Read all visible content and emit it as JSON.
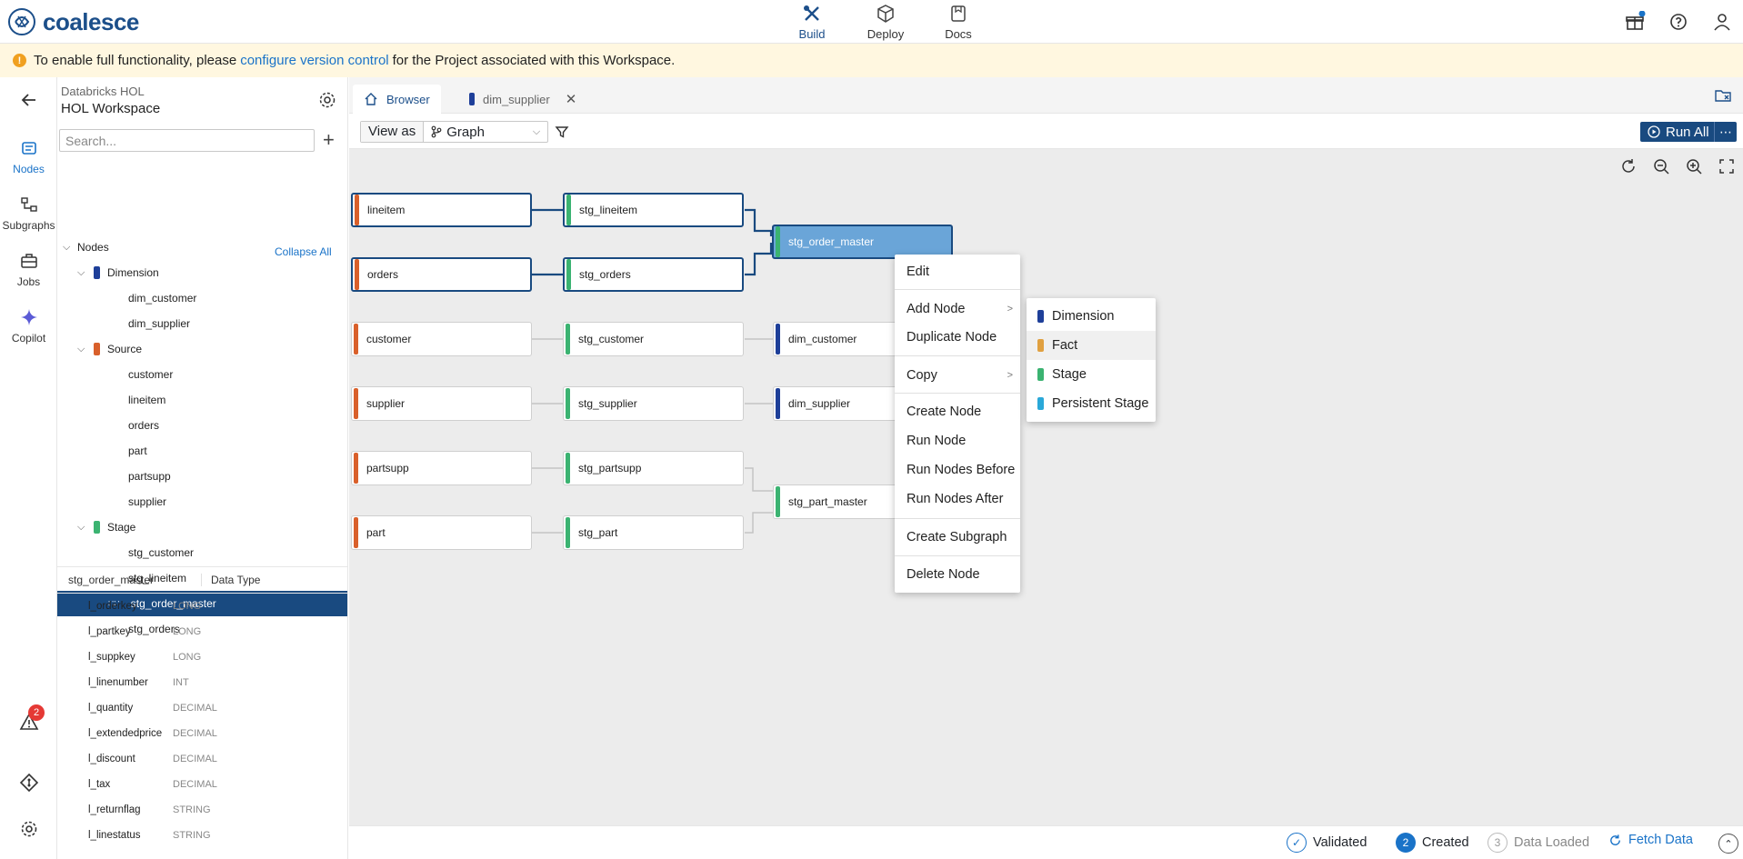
{
  "app": {
    "logo_text": "coalesce",
    "brand_color": "#1c4f8a"
  },
  "topnav": [
    {
      "label": "Build",
      "icon": "tools-icon",
      "active": true
    },
    {
      "label": "Deploy",
      "icon": "cube-icon"
    },
    {
      "label": "Docs",
      "icon": "docs-icon"
    }
  ],
  "banner": {
    "text_before": "To enable full functionality, please ",
    "link_text": "configure version control",
    "text_after": " for the Project associated with this Workspace."
  },
  "rail": {
    "items": [
      {
        "label": "Nodes",
        "icon": "nodes-icon",
        "active": true
      },
      {
        "label": "Subgraphs",
        "icon": "subgraph-icon"
      },
      {
        "label": "Jobs",
        "icon": "briefcase-icon"
      },
      {
        "label": "Copilot",
        "icon": "sparkle-icon"
      }
    ],
    "alerts_count": "2"
  },
  "sidebar": {
    "project": "Databricks HOL",
    "workspace": "HOL Workspace",
    "search_placeholder": "Search...",
    "nodes_label": "Nodes",
    "collapse_all": "Collapse All",
    "groups": [
      {
        "name": "Dimension",
        "color": "#1e3f99",
        "items": [
          "dim_customer",
          "dim_supplier"
        ]
      },
      {
        "name": "Source",
        "color": "#d9602b",
        "items": [
          "customer",
          "lineitem",
          "orders",
          "part",
          "partsupp",
          "supplier"
        ]
      },
      {
        "name": "Stage",
        "color": "#3bb371",
        "items": [
          "stg_customer",
          "stg_lineitem",
          "stg_order_master",
          "stg_orders"
        ]
      }
    ],
    "selected_item": "stg_order_master"
  },
  "columns": {
    "header_name": "stg_order_master",
    "header_type": "Data Type",
    "rows": [
      {
        "name": "l_orderkey",
        "type": "LONG"
      },
      {
        "name": "l_partkey",
        "type": "LONG"
      },
      {
        "name": "l_suppkey",
        "type": "LONG"
      },
      {
        "name": "l_linenumber",
        "type": "INT"
      },
      {
        "name": "l_quantity",
        "type": "DECIMAL"
      },
      {
        "name": "l_extendedprice",
        "type": "DECIMAL"
      },
      {
        "name": "l_discount",
        "type": "DECIMAL"
      },
      {
        "name": "l_tax",
        "type": "DECIMAL"
      },
      {
        "name": "l_returnflag",
        "type": "STRING"
      },
      {
        "name": "l_linestatus",
        "type": "STRING"
      }
    ]
  },
  "tabs": [
    {
      "label": "Browser",
      "icon": "home-icon",
      "active": true
    },
    {
      "label": "dim_supplier",
      "icon": "node-tag-icon",
      "closable": true
    }
  ],
  "toolbar": {
    "view_as": "View as",
    "view_value": "Graph",
    "run_all": "Run All",
    "more": "⋯"
  },
  "graph": {
    "nodes": [
      {
        "label": "lineitem",
        "color": "#d9602b"
      },
      {
        "label": "stg_lineitem",
        "color": "#3bb371"
      },
      {
        "label": "stg_order_master",
        "color": "#3bb371"
      },
      {
        "label": "orders",
        "color": "#d9602b"
      },
      {
        "label": "stg_orders",
        "color": "#3bb371"
      },
      {
        "label": "customer",
        "color": "#d9602b"
      },
      {
        "label": "stg_customer",
        "color": "#3bb371"
      },
      {
        "label": "dim_customer",
        "color": "#1e3f99"
      },
      {
        "label": "supplier",
        "color": "#d9602b"
      },
      {
        "label": "stg_supplier",
        "color": "#3bb371"
      },
      {
        "label": "dim_supplier",
        "color": "#1e3f99"
      },
      {
        "label": "partsupp",
        "color": "#d9602b"
      },
      {
        "label": "stg_partsupp",
        "color": "#3bb371"
      },
      {
        "label": "stg_part_master",
        "color": "#3bb371"
      },
      {
        "label": "part",
        "color": "#d9602b"
      },
      {
        "label": "stg_part",
        "color": "#3bb371"
      }
    ]
  },
  "context_menu": {
    "items": [
      "Edit",
      "Add Node",
      "Duplicate Node",
      "Copy",
      "Create Node",
      "Run Node",
      "Run Nodes Before",
      "Run Nodes After",
      "Create Subgraph",
      "Delete Node"
    ],
    "submenu": [
      {
        "label": "Dimension",
        "color": "#1e3f99"
      },
      {
        "label": "Fact",
        "color": "#e0a040"
      },
      {
        "label": "Stage",
        "color": "#3bb371"
      },
      {
        "label": "Persistent Stage",
        "color": "#2aa8d8"
      }
    ]
  },
  "status": {
    "validated": "Validated",
    "created_num": "2",
    "created": "Created",
    "loaded_num": "3",
    "loaded": "Data Loaded",
    "fetch": "Fetch Data"
  }
}
